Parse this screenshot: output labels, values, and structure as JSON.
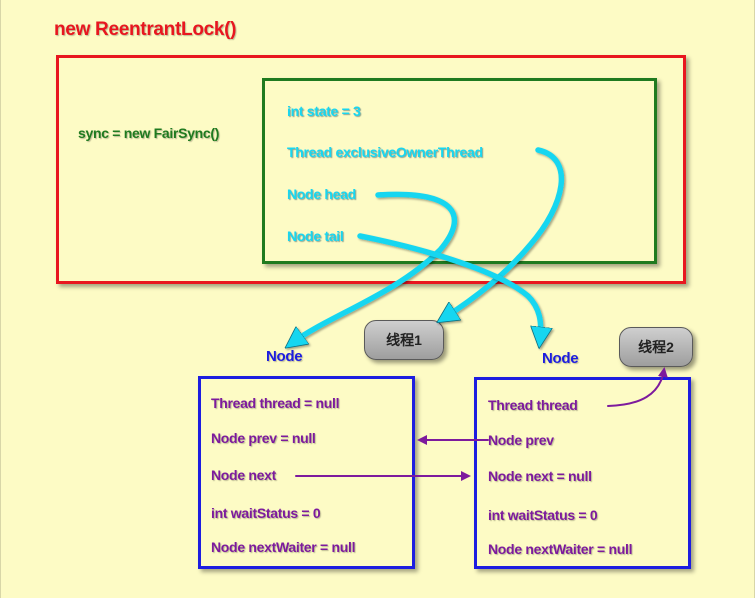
{
  "title": "new ReentrantLock()",
  "sync": "sync = new FairSync()",
  "fair_sync": {
    "state": "int state = 3",
    "owner": "Thread exclusiveOwnerThread",
    "head": "Node head",
    "tail": "Node tail"
  },
  "node1": {
    "label": "Node",
    "fields": {
      "thread": "Thread thread = null",
      "prev": "Node prev = null",
      "next": "Node next",
      "wait_status": "int waitStatus = 0",
      "next_waiter": "Node nextWaiter = null"
    }
  },
  "node2": {
    "label": "Node",
    "fields": {
      "thread": "Thread thread",
      "prev": "Node prev",
      "next": "Node next = null",
      "wait_status": "int waitStatus = 0",
      "next_waiter": "Node nextWaiter = null"
    }
  },
  "threads": {
    "thread1": "线程1",
    "thread2": "线程2"
  },
  "colors": {
    "background": "#fdfbc5",
    "reentrant_lock": "#e8161f",
    "fair_sync": "#1f7a1f",
    "node": "#1d1de0",
    "pointer_cyan": "#18d6f0",
    "pointer_purple": "#7d1a9d"
  }
}
